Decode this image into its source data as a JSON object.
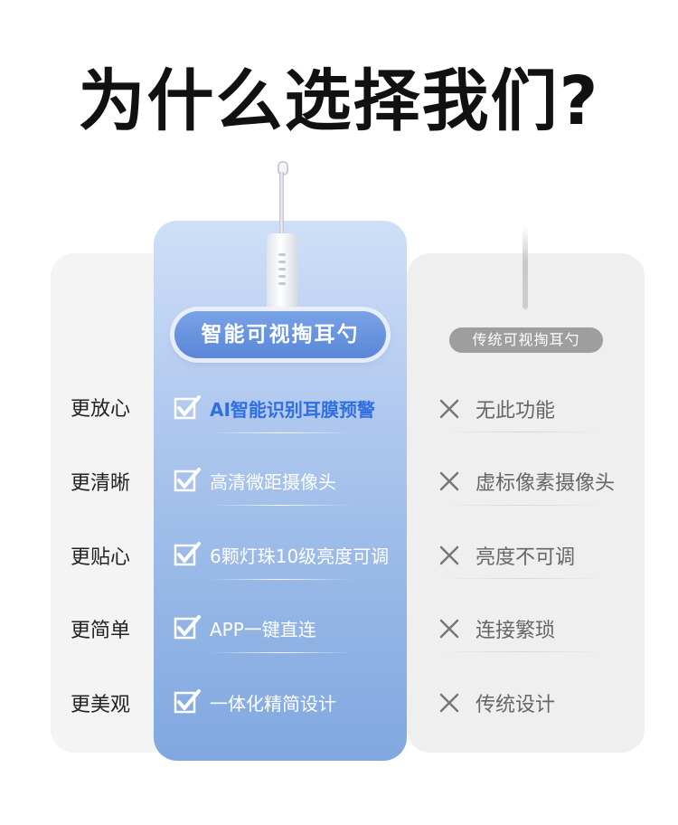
{
  "title": "为什么选择我们?",
  "product_label": "智能可视掏耳勺",
  "traditional_label": "传统可视掏耳勺",
  "rows": [
    {
      "label": "更放心",
      "feature": "AI智能识别耳膜预警",
      "traditional": "无此功能"
    },
    {
      "label": "更清晰",
      "feature": "高清微距摄像头",
      "traditional": "虚标像素摄像头"
    },
    {
      "label": "更贴心",
      "feature": "6颗灯珠10级亮度可调",
      "traditional": "亮度不可调"
    },
    {
      "label": "更简单",
      "feature": "APP一键直连",
      "traditional": "连接繁琐"
    },
    {
      "label": "更美观",
      "feature": "一体化精简设计",
      "traditional": "传统设计"
    }
  ],
  "colors": {
    "highlight": "#2f6fe0",
    "card_gradient_top": "#cfdff7",
    "card_gradient_bottom": "#80a8e0",
    "traditional_pill": "#9e9e9e"
  },
  "icons": {
    "check": "checkbox-check-icon",
    "cross": "cross-icon"
  }
}
